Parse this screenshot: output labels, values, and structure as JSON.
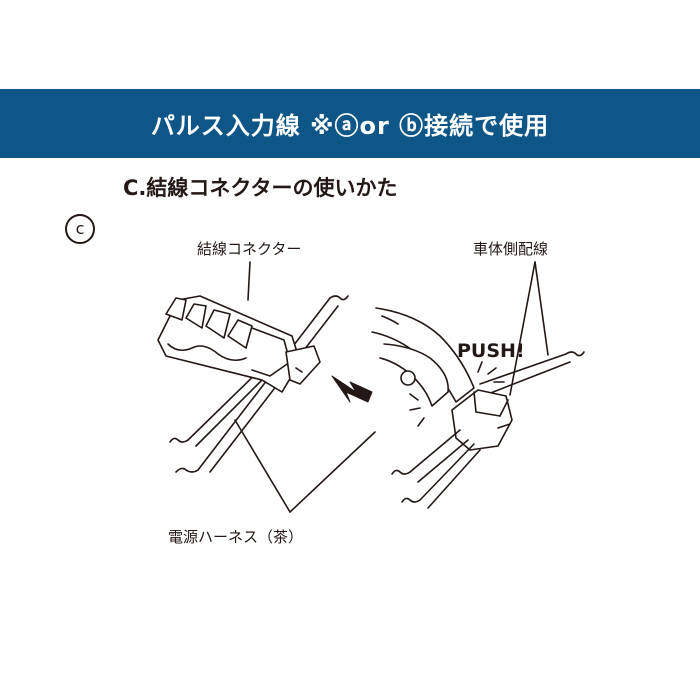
{
  "banner": {
    "title": "パルス入力線 ※ⓐor ⓑ接続で使用",
    "background": "#0e5688"
  },
  "section": {
    "heading": "C.結線コネクターの使いかた",
    "badge": "c"
  },
  "labels": {
    "connector": "結線コネクター",
    "vehicle_wire": "車体側配線",
    "push": "PUSH!",
    "power_harness": "電源ハーネス（茶）"
  }
}
